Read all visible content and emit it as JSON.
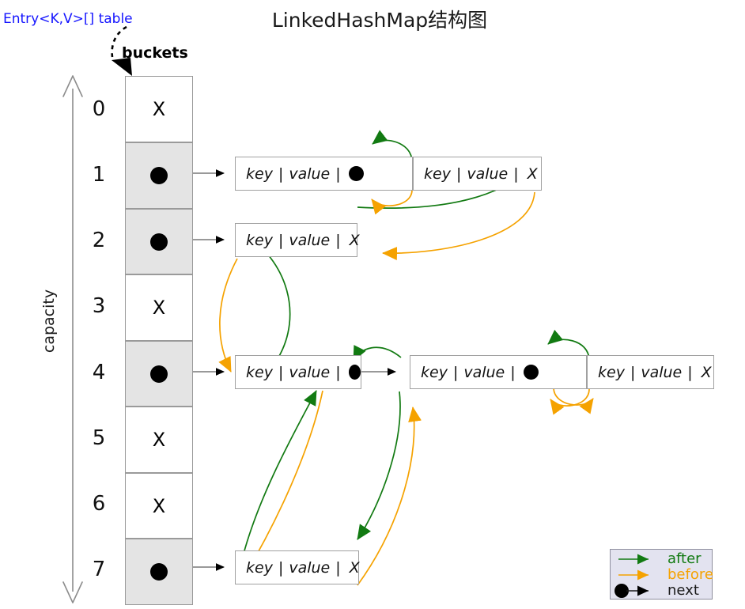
{
  "diagram": {
    "title": "LinkedHashMap结构图",
    "table_label": "Entry<K,V>[] table",
    "buckets_label": "buckets",
    "capacity_label": "capacity",
    "colors": {
      "after": "#127a12",
      "before": "#f5a200",
      "next": "#000000",
      "label_blue": "#1414ff",
      "filled_cell": "#e4e4e4",
      "empty_cell": "#ffffff",
      "cell_border": "#9a9a9a",
      "entry_border": "#a0a0a0",
      "legend_bg": "#e3e3f0"
    },
    "buckets": [
      {
        "index": "0",
        "state": "empty",
        "mark": "X"
      },
      {
        "index": "1",
        "state": "filled",
        "mark": "dot"
      },
      {
        "index": "2",
        "state": "filled",
        "mark": "dot"
      },
      {
        "index": "3",
        "state": "empty",
        "mark": "X"
      },
      {
        "index": "4",
        "state": "filled",
        "mark": "dot"
      },
      {
        "index": "5",
        "state": "empty",
        "mark": "X"
      },
      {
        "index": "6",
        "state": "empty",
        "mark": "X"
      },
      {
        "index": "7",
        "state": "filled",
        "mark": "dot"
      }
    ],
    "entry_text": {
      "key": "key",
      "value": "value",
      "sep": "|",
      "null_mark": "X"
    },
    "chains": [
      {
        "bucket": "1",
        "entries": [
          {
            "key": "key",
            "value": "value",
            "next": "dot"
          },
          {
            "key": "key",
            "value": "value",
            "next": "X"
          }
        ]
      },
      {
        "bucket": "2",
        "entries": [
          {
            "key": "key",
            "value": "value",
            "next": "X"
          }
        ]
      },
      {
        "bucket": "4",
        "entries": [
          {
            "key": "key",
            "value": "value",
            "next": "dot"
          },
          {
            "key": "key",
            "value": "value",
            "next": "dot"
          },
          {
            "key": "key",
            "value": "value",
            "next": "X"
          }
        ]
      },
      {
        "bucket": "7",
        "entries": [
          {
            "key": "key",
            "value": "value",
            "next": "X"
          }
        ]
      }
    ],
    "legend": {
      "after": "after",
      "before": "before",
      "next": "next"
    }
  }
}
